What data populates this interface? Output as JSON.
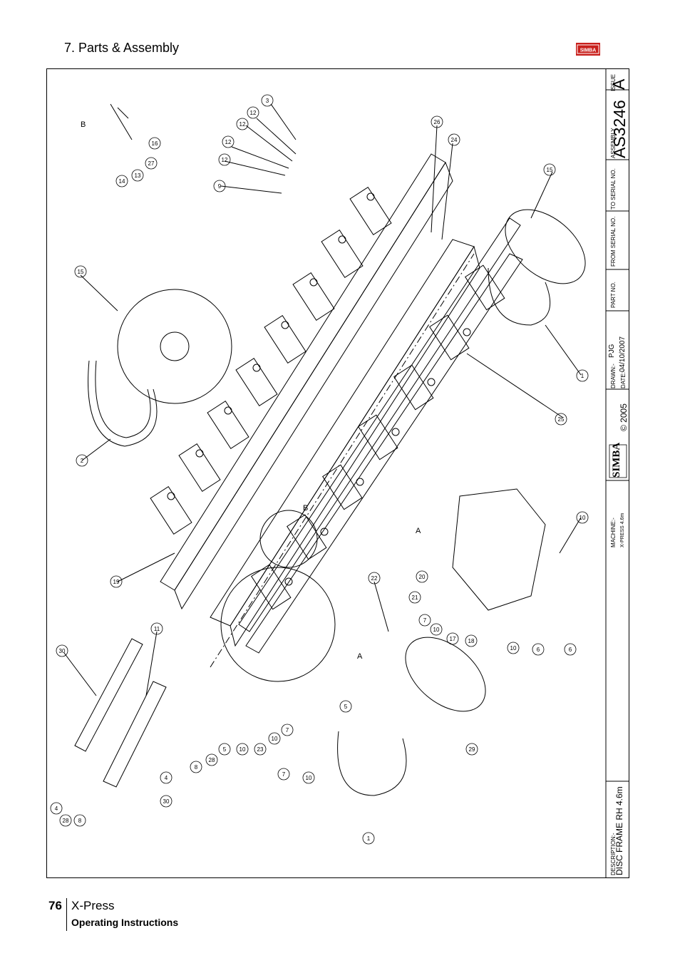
{
  "header": {
    "section_title": "7. Parts & Assembly",
    "logo_text": "SIMBA",
    "brand_color": "#c8201c"
  },
  "title_block": {
    "issue_label": "ISSUE",
    "issue_value": "A",
    "assembly_label": "ASSEMBLY",
    "assembly_value": "AS3246",
    "to_serial_label": "TO SERIAL NO.",
    "from_serial_label": "FROM SERIAL NO.",
    "part_no_label": "PART NO.",
    "drawn_label": "DRAWN:-",
    "drawn_value": "PJG",
    "date_label": "DATE:-",
    "date_value": "04/10/2007",
    "copyright": "© 2005",
    "company": "SIMBA",
    "machine_label": "MACHINE:-",
    "machine_value": "X-PRESS 4.6m",
    "description_label": "DESCRIPTION:-",
    "description_value": "DISC FRAME RH 4.6m"
  },
  "view_labels": [
    "B",
    "B",
    "A",
    "A"
  ],
  "callouts": [
    "3",
    "12",
    "12",
    "12",
    "12",
    "9",
    "16",
    "27",
    "13",
    "14",
    "26",
    "24",
    "15",
    "15",
    "2",
    "1",
    "25",
    "19",
    "10",
    "20",
    "21",
    "7",
    "10",
    "17",
    "18",
    "22",
    "10",
    "6",
    "6",
    "11",
    "30",
    "8",
    "28",
    "5",
    "10",
    "23",
    "10",
    "7",
    "4",
    "30",
    "5",
    "29",
    "7",
    "10",
    "1",
    "4",
    "28",
    "8"
  ],
  "footer": {
    "page_number": "76",
    "product": "X-Press",
    "subtitle": "Operating Instructions"
  }
}
